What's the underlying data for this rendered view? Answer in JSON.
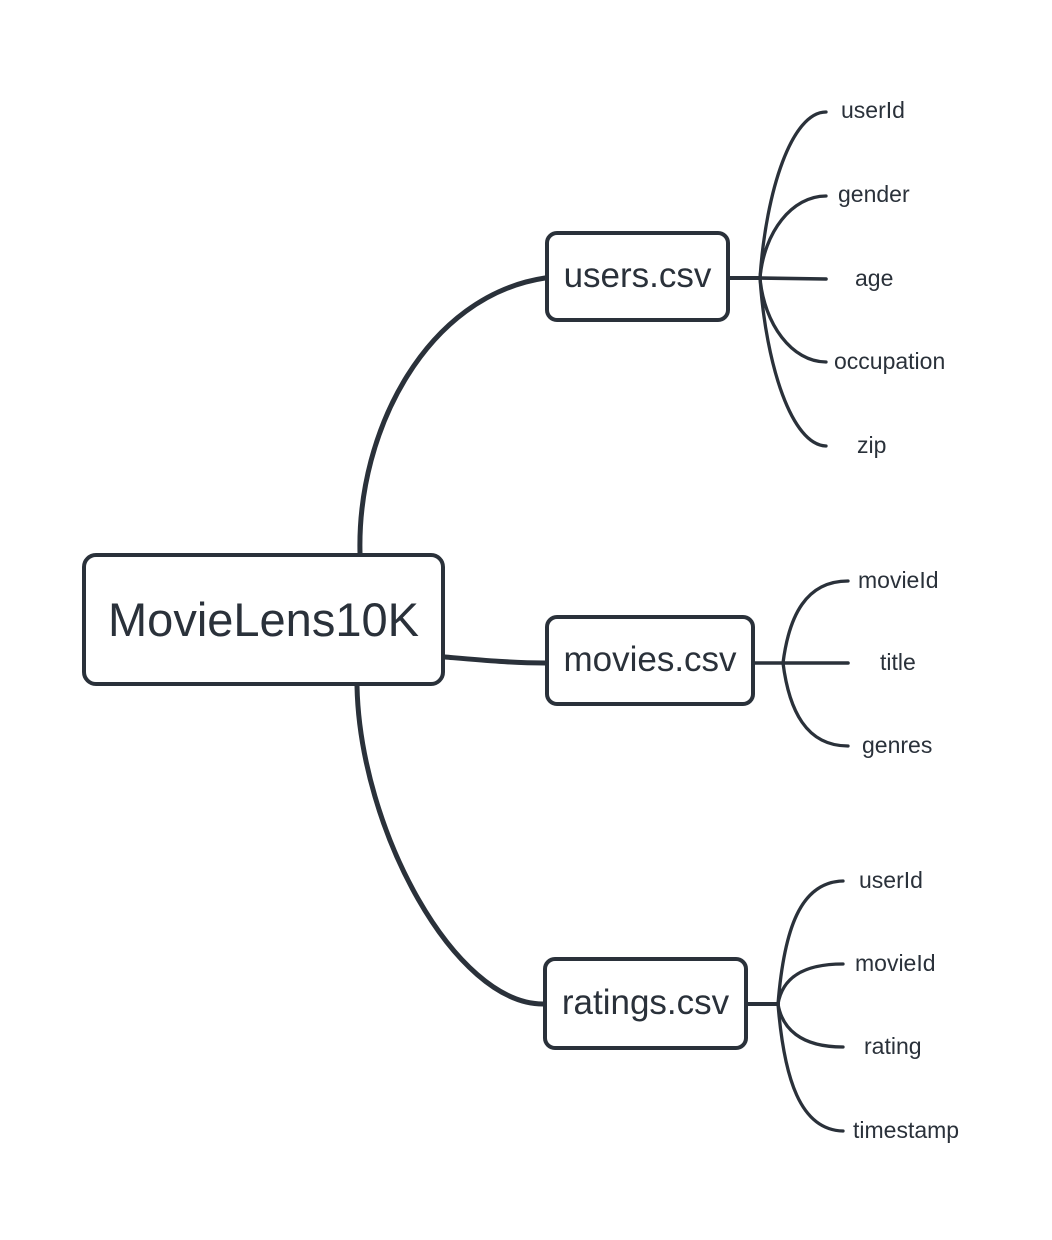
{
  "diagram": {
    "root": {
      "label": "MovieLens10K"
    },
    "branches": [
      {
        "label": "users.csv",
        "fields": [
          "userId",
          "gender",
          "age",
          "occupation",
          "zip"
        ]
      },
      {
        "label": "movies.csv",
        "fields": [
          "movieId",
          "title",
          "genres"
        ]
      },
      {
        "label": "ratings.csv",
        "fields": [
          "userId",
          "movieId",
          "rating",
          "timestamp"
        ]
      }
    ],
    "colors": {
      "line": "#2a313a",
      "text": "#2a313a",
      "node_background": "#ffffff",
      "page_background": "#ffffff"
    }
  }
}
